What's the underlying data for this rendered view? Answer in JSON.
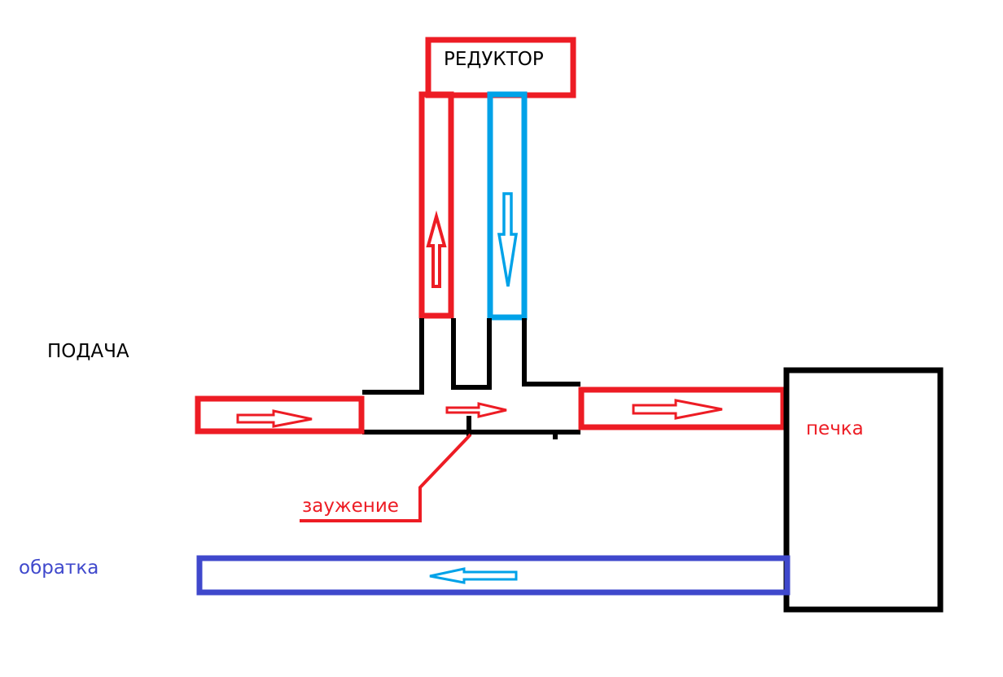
{
  "labels": {
    "reducer": "РЕДУКТОР",
    "supply": "ПОДАЧА",
    "stove": "печка",
    "narrowing": "заужение",
    "return_line": "обратка"
  },
  "colors": {
    "hot_pipe": "#ed1c24",
    "cold_pipe": "#00a2e8",
    "return_pipe": "#3f48cc",
    "outline": "#000000",
    "label_dark": "#000000",
    "label_red": "#ed1c24",
    "label_blue": "#3f48cc"
  }
}
